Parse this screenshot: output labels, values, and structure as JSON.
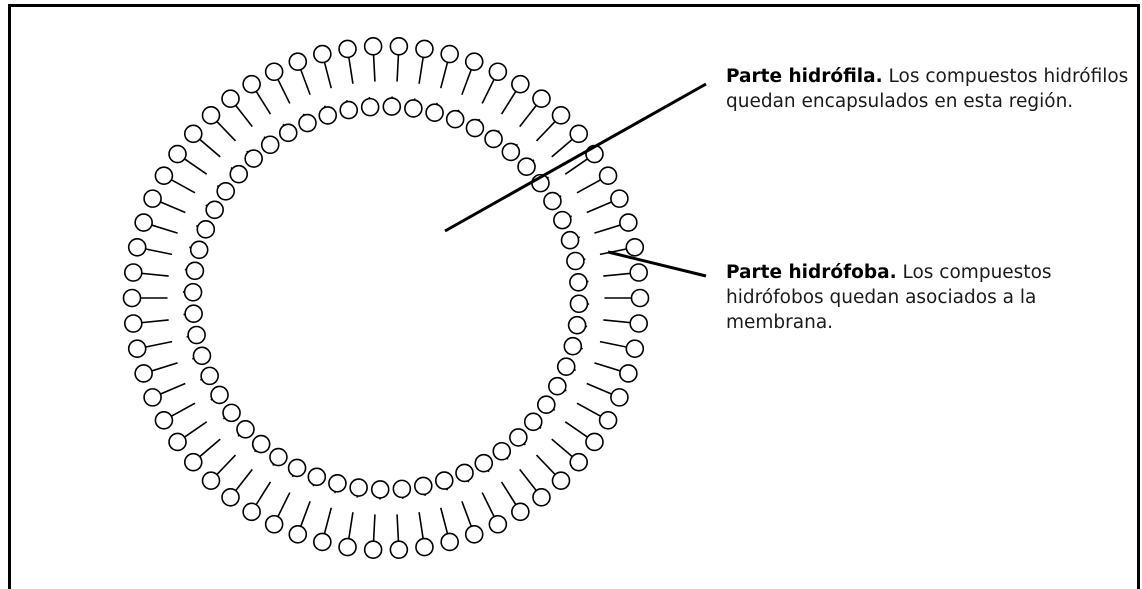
{
  "labels": {
    "hydrophilic": {
      "title": "Parte hidrófila.",
      "text": " Los compuestos hidrófilos quedan encapsulados en esta región."
    },
    "hydrophobic": {
      "title": "Parte hidrófoba.",
      "text": " Los compuestos hidrófobos quedan asociados a la membrana."
    }
  },
  "colors": {
    "stroke": "#000000",
    "background": "#ffffff",
    "text": "#1a1a1a"
  }
}
